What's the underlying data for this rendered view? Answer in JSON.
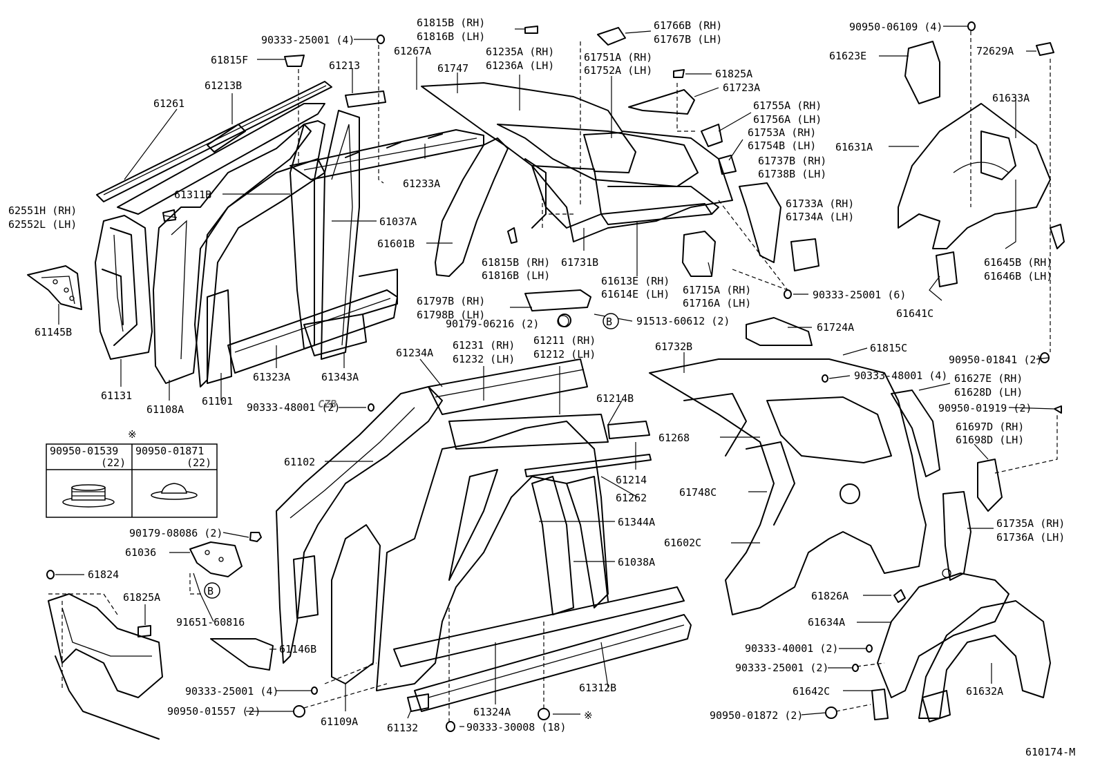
{
  "diagram_id": "610174-M",
  "watermark": "CZB",
  "legend": {
    "marker": "※",
    "col1_part": "90950-01539",
    "col1_qty": "(22)",
    "col2_part": "90950-01871",
    "col2_qty": "(22)"
  },
  "callout_letter": "B",
  "labels": [
    "90333-25001 (4)",
    "61815F",
    "61213",
    "61213B",
    "61261",
    "61815B (RH)",
    "61816B (LH)",
    "61267A",
    "61235A (RH)",
    "61236A (LH)",
    "61747",
    "61766B (RH)",
    "61767B (LH)",
    "61751A (RH)",
    "61752A (LH)",
    "61825A",
    "61723A",
    "90950-06109 (4)",
    "61623E",
    "72629A",
    "61633A",
    "61631A",
    "61755A (RH)",
    "61756A (LH)",
    "61753A (RH)",
    "61754B (LH)",
    "61737B (RH)",
    "61738B (LH)",
    "61733A (RH)",
    "61734A (LH)",
    "62551H (RH)",
    "62552L (LH)",
    "61311B",
    "61037A",
    "61233A",
    "61601B",
    "61815B (RH)",
    "61816B (LH)",
    "61731B",
    "61613E (RH)",
    "61614E (LH)",
    "61715A (RH)",
    "61716A (LH)",
    "90333-25001 (6)",
    "61645B (RH)",
    "61646B (LH)",
    "61641C",
    "61145B",
    "61797B (RH)",
    "61798B (LH)",
    "90179-06216 (2)",
    "91513-60612 (2)",
    "61724A",
    "61131",
    "61108A",
    "61101",
    "61323A",
    "61343A",
    "61234A",
    "61231 (RH)",
    "61232 (LH)",
    "61211 (RH)",
    "61212 (LH)",
    "61732B",
    "61815C",
    "90950-01841 (2)",
    "90333-48001 (4)",
    "61627E (RH)",
    "61628D (LH)",
    "90333-48001 (2)",
    "61214B",
    "90950-01919 (2)",
    "61268",
    "61697D (RH)",
    "61698D (LH)",
    "61102",
    "61214",
    "61262",
    "61748C",
    "61344A",
    "61735A (RH)",
    "61736A (LH)",
    "90179-08086 (2)",
    "61036",
    "61602C",
    "61038A",
    "61824",
    "61825A",
    "91651-60816",
    "61826A",
    "61634A",
    "61146B",
    "90333-40001 (2)",
    "90333-25001 (2)",
    "90333-25001 (4)",
    "61642C",
    "61632A",
    "90950-01557 (2)",
    "61109A",
    "61132",
    "61324A",
    "61312B",
    "90333-30008 (18)",
    "90950-01872 (2)"
  ]
}
